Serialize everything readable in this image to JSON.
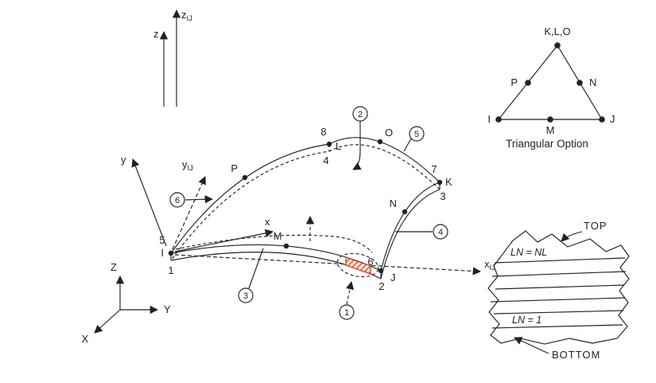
{
  "main": {
    "axes": {
      "zij": {
        "b": "z",
        "s": "IJ"
      },
      "z": "z",
      "y": "y",
      "yij": {
        "b": "y",
        "s": "IJ"
      },
      "x": "x",
      "xij": {
        "b": "x",
        "s": "IJ"
      }
    },
    "nodes": {
      "I": "I",
      "J": "J",
      "K": "K",
      "L": "L",
      "M": "M",
      "N": "N",
      "O": "O",
      "P": "P"
    },
    "node_numbers": {
      "1": "1",
      "2": "2",
      "3": "3",
      "4": "4",
      "5": "5",
      "6": "6",
      "7": "7",
      "8": "8"
    },
    "face_numbers": {
      "1": "1",
      "2": "2",
      "3": "3",
      "4": "4",
      "5": "5",
      "6": "6"
    }
  },
  "global_triad": {
    "X": "X",
    "Y": "Y",
    "Z": "Z"
  },
  "triangular_option": {
    "apex_label": "K,L,O",
    "nodes": {
      "P": "P",
      "N": "N",
      "I": "I",
      "M": "M",
      "J": "J"
    },
    "caption": "Triangular Option"
  },
  "layer_stack": {
    "top_label": "TOP",
    "bottom_label": "BOTTOM",
    "layer_top": "LN = NL",
    "layer_bottom": "LN = 1"
  },
  "colors": {
    "line": "#222222",
    "highlight_stroke": "#cc3311",
    "highlight_fill": "#fbe3d6"
  }
}
